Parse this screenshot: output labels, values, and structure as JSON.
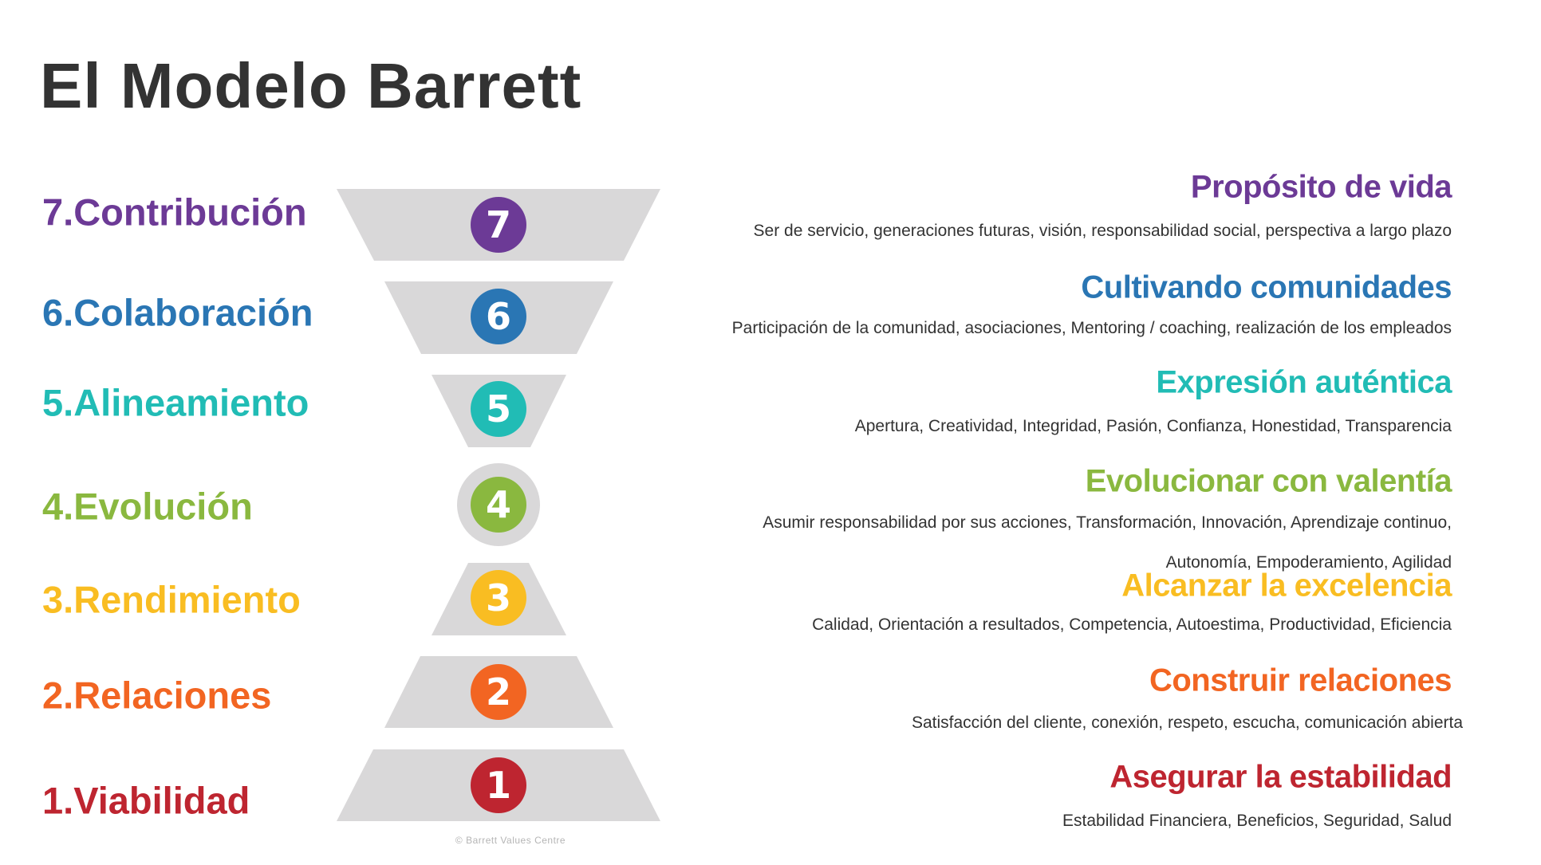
{
  "title": "El Modelo Barrett",
  "copyright": "© Barrett Values Centre",
  "levels": [
    {
      "number": "7",
      "label": "7.Contribución",
      "heading": "Propósito de vida",
      "description": "Ser de servicio, generaciones futuras, visión, responsabilidad social, perspectiva a largo plazo",
      "color": "#6C3A96"
    },
    {
      "number": "6",
      "label": "6.Colaboración",
      "heading": "Cultivando comunidades",
      "description": "Participación de la comunidad,  asociaciones, Mentoring / coaching, realización de los empleados",
      "color": "#2A76B4"
    },
    {
      "number": "5",
      "label": "5.Alineamiento",
      "heading": "Expresión auténtica",
      "description": "Apertura, Creatividad, Integridad, Pasión, Confianza, Honestidad, Transparencia",
      "color": "#21BCB5"
    },
    {
      "number": "4",
      "label": "4.Evolución",
      "heading": "Evolucionar con valentía",
      "description": "Asumir responsabilidad por sus acciones, Transformación, Innovación, Aprendizaje continuo,",
      "description_line2": "Autonomía, Empoderamiento, Agilidad",
      "color": "#8AB83F"
    },
    {
      "number": "3",
      "label": "3.Rendimiento",
      "heading": "Alcanzar la excelencia",
      "description": "Calidad, Orientación a resultados, Competencia, Autoestima, Productividad, Eficiencia",
      "color": "#F9BD22"
    },
    {
      "number": "2",
      "label": "2.Relaciones",
      "heading": "Construir relaciones",
      "description": "Satisfacción del cliente, conexión, respeto, escucha, comunicación abierta",
      "color": "#F26522"
    },
    {
      "number": "1",
      "label": "1.Viabilidad",
      "heading": "Asegurar la estabilidad",
      "description": "Estabilidad Financiera, Beneficios, Seguridad, Salud",
      "color": "#BE2530"
    }
  ]
}
